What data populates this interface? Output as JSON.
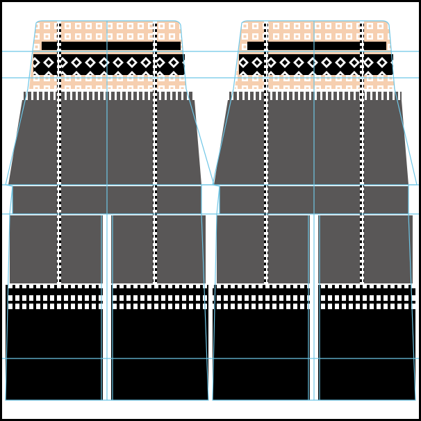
{
  "canvas": {
    "background": "#ffffff",
    "frame_color": "#000000",
    "guide_color": "#6ec6e6",
    "dark_fill": "#595757",
    "black_fill": "#000000",
    "peach_fill": "#f6cfb0",
    "white_fill": "#ffffff"
  },
  "artboards": [
    {
      "id": "left-pattern-panel"
    },
    {
      "id": "right-pattern-panel"
    }
  ],
  "pattern_bands": [
    "peach-square-band",
    "black-diamond-band",
    "dark-grey-crenellated-band",
    "dark-grey-waist-band",
    "dark-grey-leg-band",
    "black-picket-band",
    "black-hem-band"
  ]
}
